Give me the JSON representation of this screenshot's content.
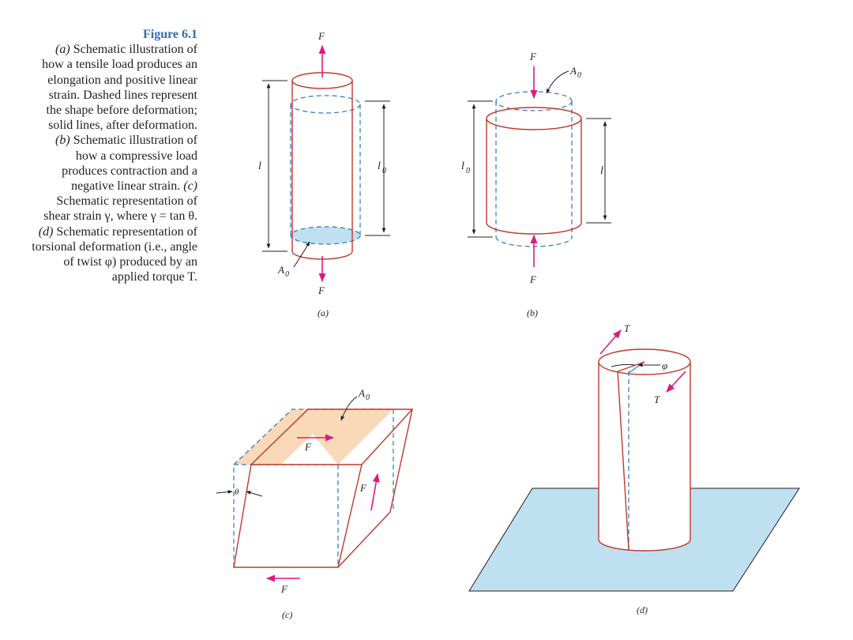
{
  "caption": {
    "title": "Figure 6.1",
    "a_tag": "(a)",
    "a_text": "Schematic illustration of how a tensile load produces an elongation and positive linear strain. Dashed lines represent the shape before deformation; solid lines, after deformation.",
    "b_tag": "(b)",
    "b_text": "Schematic illustration of how a compressive load produces contraction and a negative linear strain.",
    "c_tag": "(c)",
    "c_text": "Schematic representation of shear strain γ, where γ = tan θ.",
    "d_tag": "(d)",
    "d_text": "Schematic representation of torsional deformation (i.e., angle of twist φ) produced by an applied torque T."
  },
  "labels": {
    "F": "F",
    "A0": "A",
    "zero": "0",
    "l": "l",
    "l0": "l",
    "theta": "θ",
    "phi": "φ",
    "T": "T",
    "sub_a": "(a)",
    "sub_b": "(b)",
    "sub_c": "(c)",
    "sub_d": "(d)"
  },
  "colors": {
    "solid_line": "#c0392b",
    "dashed_line": "#3f7fbf",
    "force_arrow": "#e0197d",
    "area_fill_blue": "#bfe0f0",
    "area_fill_orange": "#f9d9b8",
    "caption_title": "#2f6db5"
  }
}
